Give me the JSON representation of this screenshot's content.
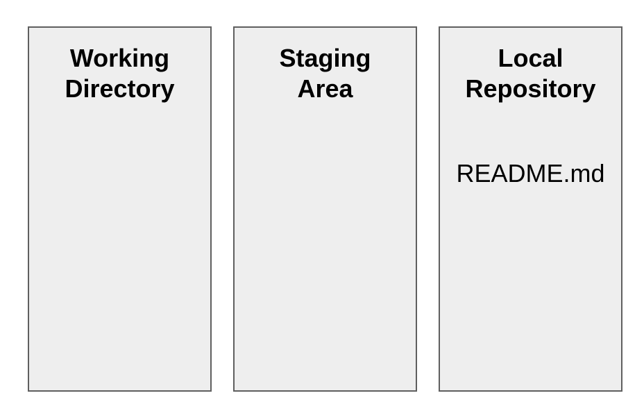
{
  "areas": [
    {
      "title_line1": "Working",
      "title_line2": "Directory",
      "files": []
    },
    {
      "title_line1": "Staging",
      "title_line2": "Area",
      "files": []
    },
    {
      "title_line1": "Local",
      "title_line2": "Repository",
      "files": [
        "README.md"
      ]
    }
  ],
  "colors": {
    "box_fill": "#eeeeee",
    "box_border": "#5f5f5f",
    "text": "#000000",
    "background": "#ffffff"
  }
}
